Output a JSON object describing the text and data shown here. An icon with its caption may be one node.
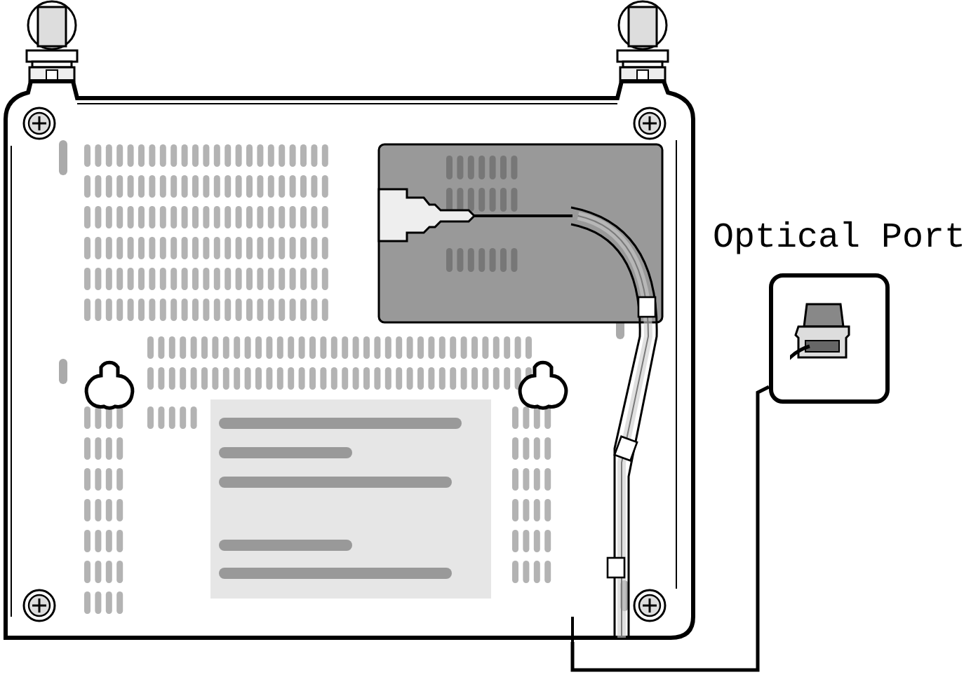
{
  "diagram": {
    "nodes": [
      {
        "text": [],
        "shape": "picture"
      },
      {
        "text": [],
        "shape": "box",
        "beside": [
          "Optical Port"
        ]
      }
    ],
    "edges": [
      {
        "from": 0,
        "to": 1,
        "arrow": "none"
      }
    ]
  }
}
